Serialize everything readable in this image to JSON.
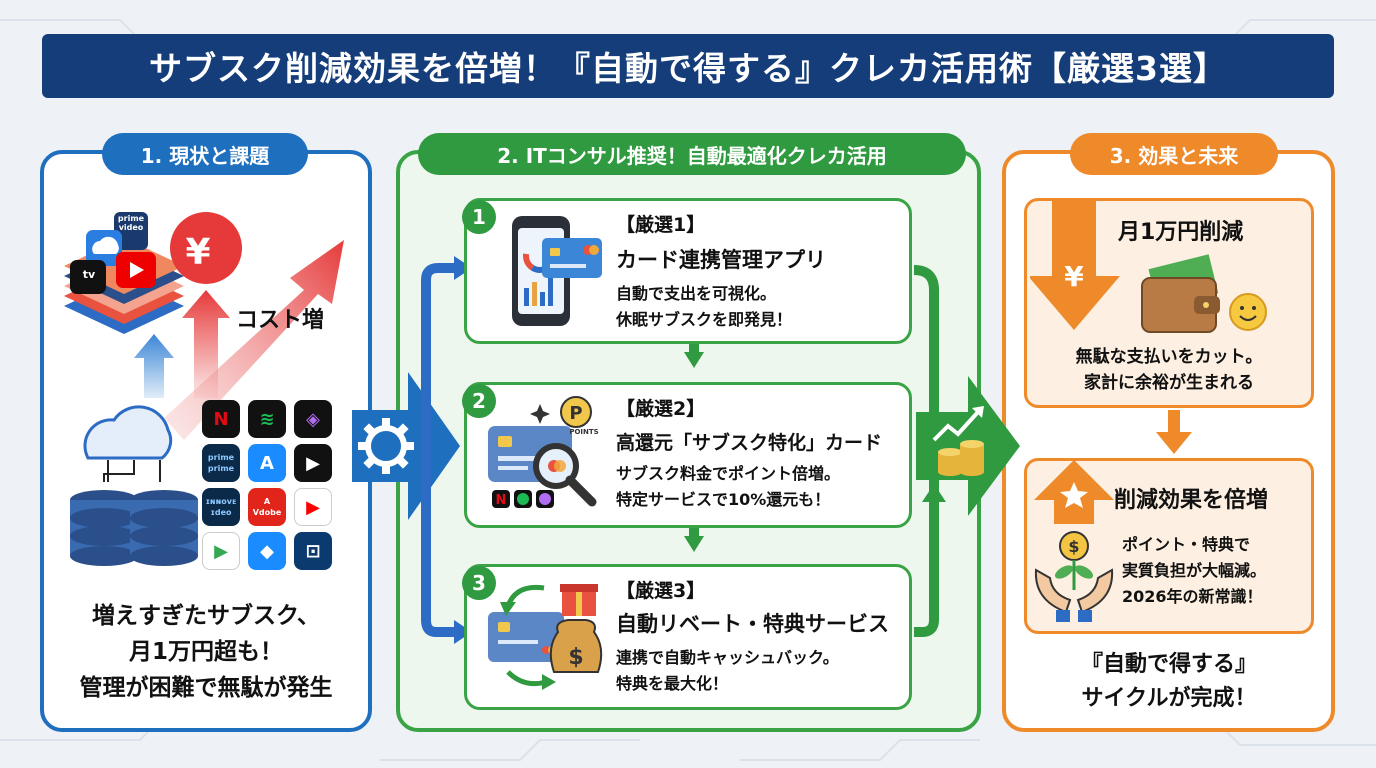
{
  "title": "サブスク削減効果を倍増！『自動で得する』クレカ活用術【厳選3選】",
  "sections": {
    "current": {
      "label": "1. 現状と課題",
      "cost_label": "コスト増",
      "yen_symbol": "¥",
      "apps": [
        {
          "name": "netflix-icon",
          "glyph": "N",
          "color": "#111111",
          "fg": "#e50914"
        },
        {
          "name": "spotify-icon",
          "glyph": "≋",
          "color": "#111111",
          "fg": "#1db954"
        },
        {
          "name": "chat-app-icon",
          "glyph": "◈",
          "color": "#111111",
          "fg": "#b06ef2"
        },
        {
          "name": "prime-video-icon",
          "glyph": "prime\nprime",
          "color": "#0b2a4a",
          "fg": "#8ec8ff"
        },
        {
          "name": "app-store-icon",
          "glyph": "A",
          "color": "#1a8cff",
          "fg": "#ffffff"
        },
        {
          "name": "tv-play-icon",
          "glyph": "▶",
          "color": "#111111",
          "fg": "#ffffff"
        },
        {
          "name": "video-service-icon",
          "glyph": "ɪɴɴᴏᴠᴇ\nɪdeo",
          "color": "#0b2a4a",
          "fg": "#8ec8ff"
        },
        {
          "name": "adobe-icon",
          "glyph": "A\nVdobe",
          "color": "#e1251b",
          "fg": "#ffffff"
        },
        {
          "name": "youtube-icon",
          "glyph": "▶",
          "color": "#ffffff",
          "fg": "#ff0000"
        },
        {
          "name": "google-play-icon",
          "glyph": "▶",
          "color": "#ffffff",
          "fg": "#34a853"
        },
        {
          "name": "cube-app-icon",
          "glyph": "◆",
          "color": "#1a8cff",
          "fg": "#ffffff"
        },
        {
          "name": "box-app-icon",
          "glyph": "⊡",
          "color": "#0b3a6e",
          "fg": "#ffffff"
        }
      ],
      "stack_labels": {
        "prime": "prime\nvideo",
        "appletv": "tv"
      },
      "text_lines": [
        "増えすぎたサブスク、",
        "月1万円超も！",
        "管理が困難で無駄が発生"
      ]
    },
    "recommendation": {
      "label": "2. ITコンサル推奨！自動最適化クレカ活用",
      "cards": [
        {
          "number": "1",
          "heading": "【厳選1】",
          "name": "カード連携管理アプリ",
          "desc": [
            "自動で支出を可視化。",
            "休眠サブスクを即発見！"
          ]
        },
        {
          "number": "2",
          "heading": "【厳選2】",
          "name": "高還元「サブスク特化」カード",
          "desc": [
            "サブスク料金でポイント倍増。",
            "特定サービスで10%還元も！"
          ],
          "badge": "POINTS"
        },
        {
          "number": "3",
          "heading": "【厳選3】",
          "name": "自動リベート・特典サービス",
          "desc": [
            "連携で自動キャッシュバック。",
            "特典を最大化！"
          ]
        }
      ]
    },
    "effect": {
      "label": "3. 効果と未来",
      "top": {
        "title": "月1万円削減",
        "desc": [
          "無駄な支払いをカット。",
          "家計に余裕が生まれる"
        ]
      },
      "bottom": {
        "title": "削減効果を倍増",
        "desc": [
          "ポイント・特典で",
          "実質負担が大幅減。",
          "2026年の新常識！"
        ]
      },
      "final": [
        "『自動で得する』",
        "サイクルが完成！"
      ]
    }
  },
  "colors": {
    "navy": "#143d7a",
    "blue": "#1f6fbf",
    "green": "#2f9a3f",
    "orange": "#ee8a2a",
    "red": "#e63a3a"
  }
}
